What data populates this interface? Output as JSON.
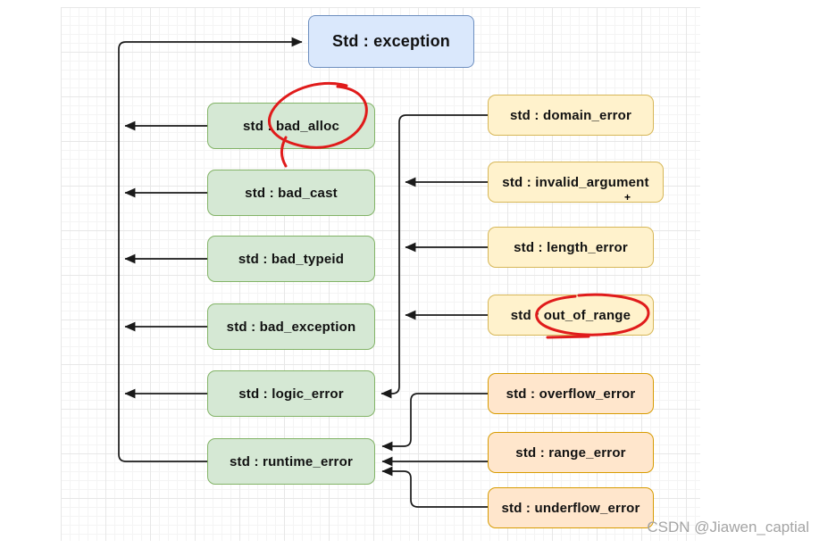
{
  "diagram": {
    "root": {
      "label": "Std : exception"
    },
    "green": [
      {
        "id": "bad_alloc",
        "label": "std : bad_alloc",
        "annotated": "red-circle"
      },
      {
        "id": "bad_cast",
        "label": "std : bad_cast"
      },
      {
        "id": "bad_typeid",
        "label": "std : bad_typeid"
      },
      {
        "id": "bad_exception",
        "label": "std : bad_exception"
      },
      {
        "id": "logic_error",
        "label": "std : logic_error"
      },
      {
        "id": "runtime_error",
        "label": "std : runtime_error"
      }
    ],
    "yellow": [
      {
        "id": "domain_error",
        "label": "std : domain_error"
      },
      {
        "id": "invalid_argument",
        "label": "std : invalid_argument"
      },
      {
        "id": "length_error",
        "label": "std : length_error"
      },
      {
        "id": "out_of_range",
        "label": "std : out_of_range",
        "annotated": "red-circle"
      }
    ],
    "orange": [
      {
        "id": "overflow_error",
        "label": "std : overflow_error"
      },
      {
        "id": "range_error",
        "label": "std : range_error"
      },
      {
        "id": "underflow_error",
        "label": "std : underflow_error"
      }
    ],
    "cursor_glyph": "+"
  },
  "watermark": {
    "text": "CSDN @Jiawen_captial"
  },
  "colors": {
    "root_fill": "#dae8fc",
    "root_border": "#6c8ebf",
    "green_fill": "#d5e8d4",
    "green_border": "#82b366",
    "yellow_fill": "#fff2cc",
    "yellow_border": "#d6b656",
    "orange_fill": "#ffe6cc",
    "orange_border": "#d79b00",
    "edge": "#1a1a1a",
    "annotation_red": "#e01b1b",
    "watermark_gray": "#a4a4a4"
  }
}
